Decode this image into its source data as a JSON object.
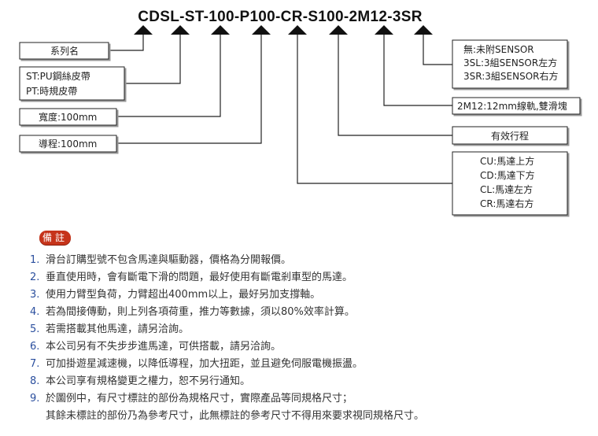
{
  "model_code": "CDSL-ST-100-P100-CR-S100-2M12-3SR",
  "left_boxes": [
    {
      "lines": [
        "系列名"
      ]
    },
    {
      "lines": [
        "ST:PU鋼絲皮帶",
        "PT:時規皮帶"
      ]
    },
    {
      "lines": [
        "寬度:100mm"
      ]
    },
    {
      "lines": [
        "導程:100mm"
      ]
    }
  ],
  "right_boxes": [
    {
      "lines": [
        "無:未附SENSOR",
        "3SL:3組SENSOR左方",
        "3SR:3組SENSOR右方"
      ]
    },
    {
      "lines": [
        "2M12:12mm線軌,雙滑塊"
      ]
    },
    {
      "lines": [
        "有效行程"
      ]
    },
    {
      "lines": [
        "CU:馬達上方",
        "CD:馬達下方",
        "CL:馬達左方",
        "CR:馬達右方"
      ]
    }
  ],
  "notes_title": "備註",
  "notes": [
    {
      "num": "1.",
      "lines": [
        "滑台訂購型號不包含馬達與驅動器，價格為分開報價。"
      ]
    },
    {
      "num": "2.",
      "lines": [
        "垂直使用時，會有斷電下滑的問題，最好使用有斷電剎車型的馬達。"
      ]
    },
    {
      "num": "3.",
      "lines": [
        "使用力臂型負荷，力臂超出400mm以上，最好另加支撐軸。"
      ]
    },
    {
      "num": "4.",
      "lines": [
        "若為間接傳動，則上列各項荷重，推力等數據，須以80%效率計算。"
      ]
    },
    {
      "num": "5.",
      "lines": [
        "若需搭載其他馬達，請另洽詢。"
      ]
    },
    {
      "num": "6.",
      "lines": [
        "本公司另有不失步步進馬達，可供搭載，請另洽詢。"
      ]
    },
    {
      "num": "7.",
      "lines": [
        "可加掛遊星減速機，以降低導程，加大扭距，並且避免伺服電機振盪。"
      ]
    },
    {
      "num": "8.",
      "lines": [
        "本公司享有規格變更之權力，恕不另行通知。"
      ]
    },
    {
      "num": "9.",
      "lines": [
        "於圖例中，有尺寸標註的部份為規格尺寸，實際產品等同規格尺寸；",
        "其餘未標註的部份乃為參考尺寸，此無標註的參考尺寸不得用來要求視同規格尺寸。"
      ]
    }
  ]
}
